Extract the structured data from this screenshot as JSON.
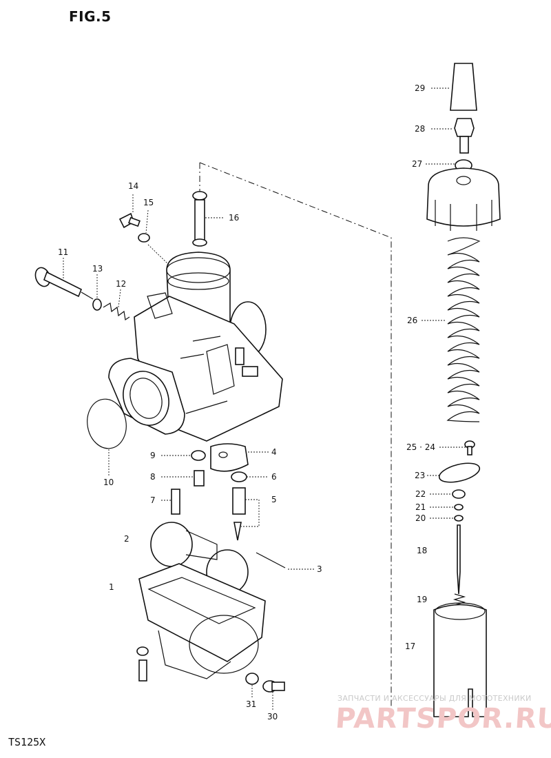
{
  "figure": {
    "title": "FIG.5",
    "model": "TS125X"
  },
  "watermark": {
    "line1": "ЗАПЧАСТИ И АКСЕССУАРЫ ДЛЯ МОТОТЕХНИКИ",
    "line2": "PARTSPOR.RU"
  },
  "part_labels": {
    "p1": "1",
    "p2": "2",
    "p3": "3",
    "p4": "4",
    "p5": "5",
    "p6": "6",
    "p7": "7",
    "p8": "8",
    "p9": "9",
    "p10": "10",
    "p11": "11",
    "p12": "12",
    "p13": "13",
    "p14": "14",
    "p15": "15",
    "p16": "16",
    "p17": "17",
    "p18": "18",
    "p19": "19",
    "p20": "20",
    "p21": "21",
    "p22": "22",
    "p23": "23",
    "p2425": "25 · 24",
    "p26": "26",
    "p27": "27",
    "p28": "28",
    "p29": "29",
    "p30": "30",
    "p31": "31"
  },
  "colors": {
    "ink": "#111111",
    "watermark_text": "#c9c9c9",
    "watermark_logo": "#f2c6c6"
  }
}
